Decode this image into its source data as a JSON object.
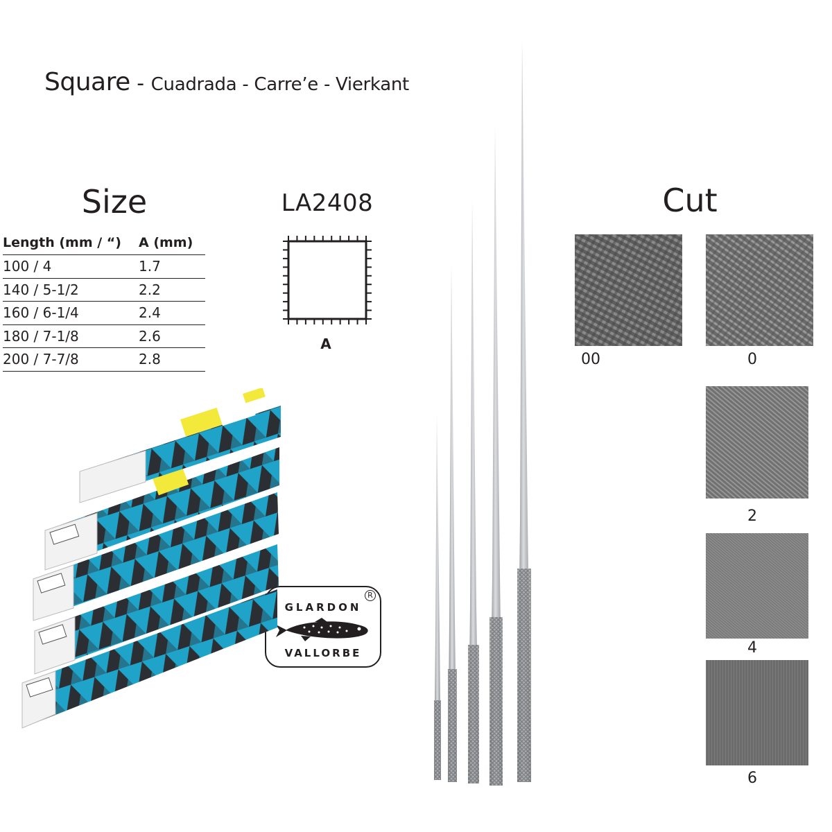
{
  "title": {
    "main": "Square",
    "separator": " - ",
    "rest": "Cuadrada - Carre’e - Vierkant"
  },
  "size": {
    "heading": "Size",
    "table": {
      "columns": [
        "Length (mm / “)",
        "A (mm)"
      ],
      "rows": [
        [
          "100 / 4",
          "1.7"
        ],
        [
          "140 / 5-1/2",
          "2.2"
        ],
        [
          "160 / 6-1/4",
          "2.4"
        ],
        [
          "180 / 7-1/8",
          "2.6"
        ],
        [
          "200 / 7-7/8",
          "2.8"
        ]
      ]
    }
  },
  "profile": {
    "code": "LA2408",
    "dimension_label": "A"
  },
  "cut": {
    "heading": "Cut",
    "grades": [
      "00",
      "0",
      "2",
      "4",
      "6"
    ]
  },
  "logo": {
    "top_text": "GLARDON",
    "bottom_text": "VALLORBE",
    "registered": "R"
  },
  "colors": {
    "text": "#231f20",
    "box_blue": "#1fa3c9",
    "box_dark": "#2b2f33",
    "steel": "#a9abad",
    "swatch_dark": "#616161",
    "swatch_mid": "#7b7b7b"
  }
}
